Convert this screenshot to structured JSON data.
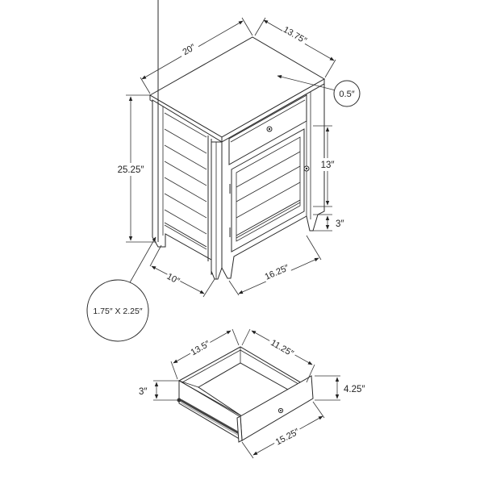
{
  "diagram": {
    "type": "product-dimension-drawing",
    "subject": "end table with drawer and cabinet door",
    "cabinet_dimensions": {
      "top_width": "20″",
      "top_depth": "13.75″",
      "top_thickness": "0.5″",
      "height": "25.25″",
      "door_height": "13″",
      "leg_clearance": "3″",
      "side_depth": "10″",
      "front_width": "16.25″",
      "leg_size": "1.75″ X 2.25″"
    },
    "drawer_dimensions": {
      "depth": "13.5″",
      "width_inner": "11.25″",
      "side_height": "3″",
      "front_height": "4.25″",
      "front_width": "15.25″"
    },
    "colors": {
      "line": "#2a2a2a",
      "background": "#ffffff"
    }
  }
}
